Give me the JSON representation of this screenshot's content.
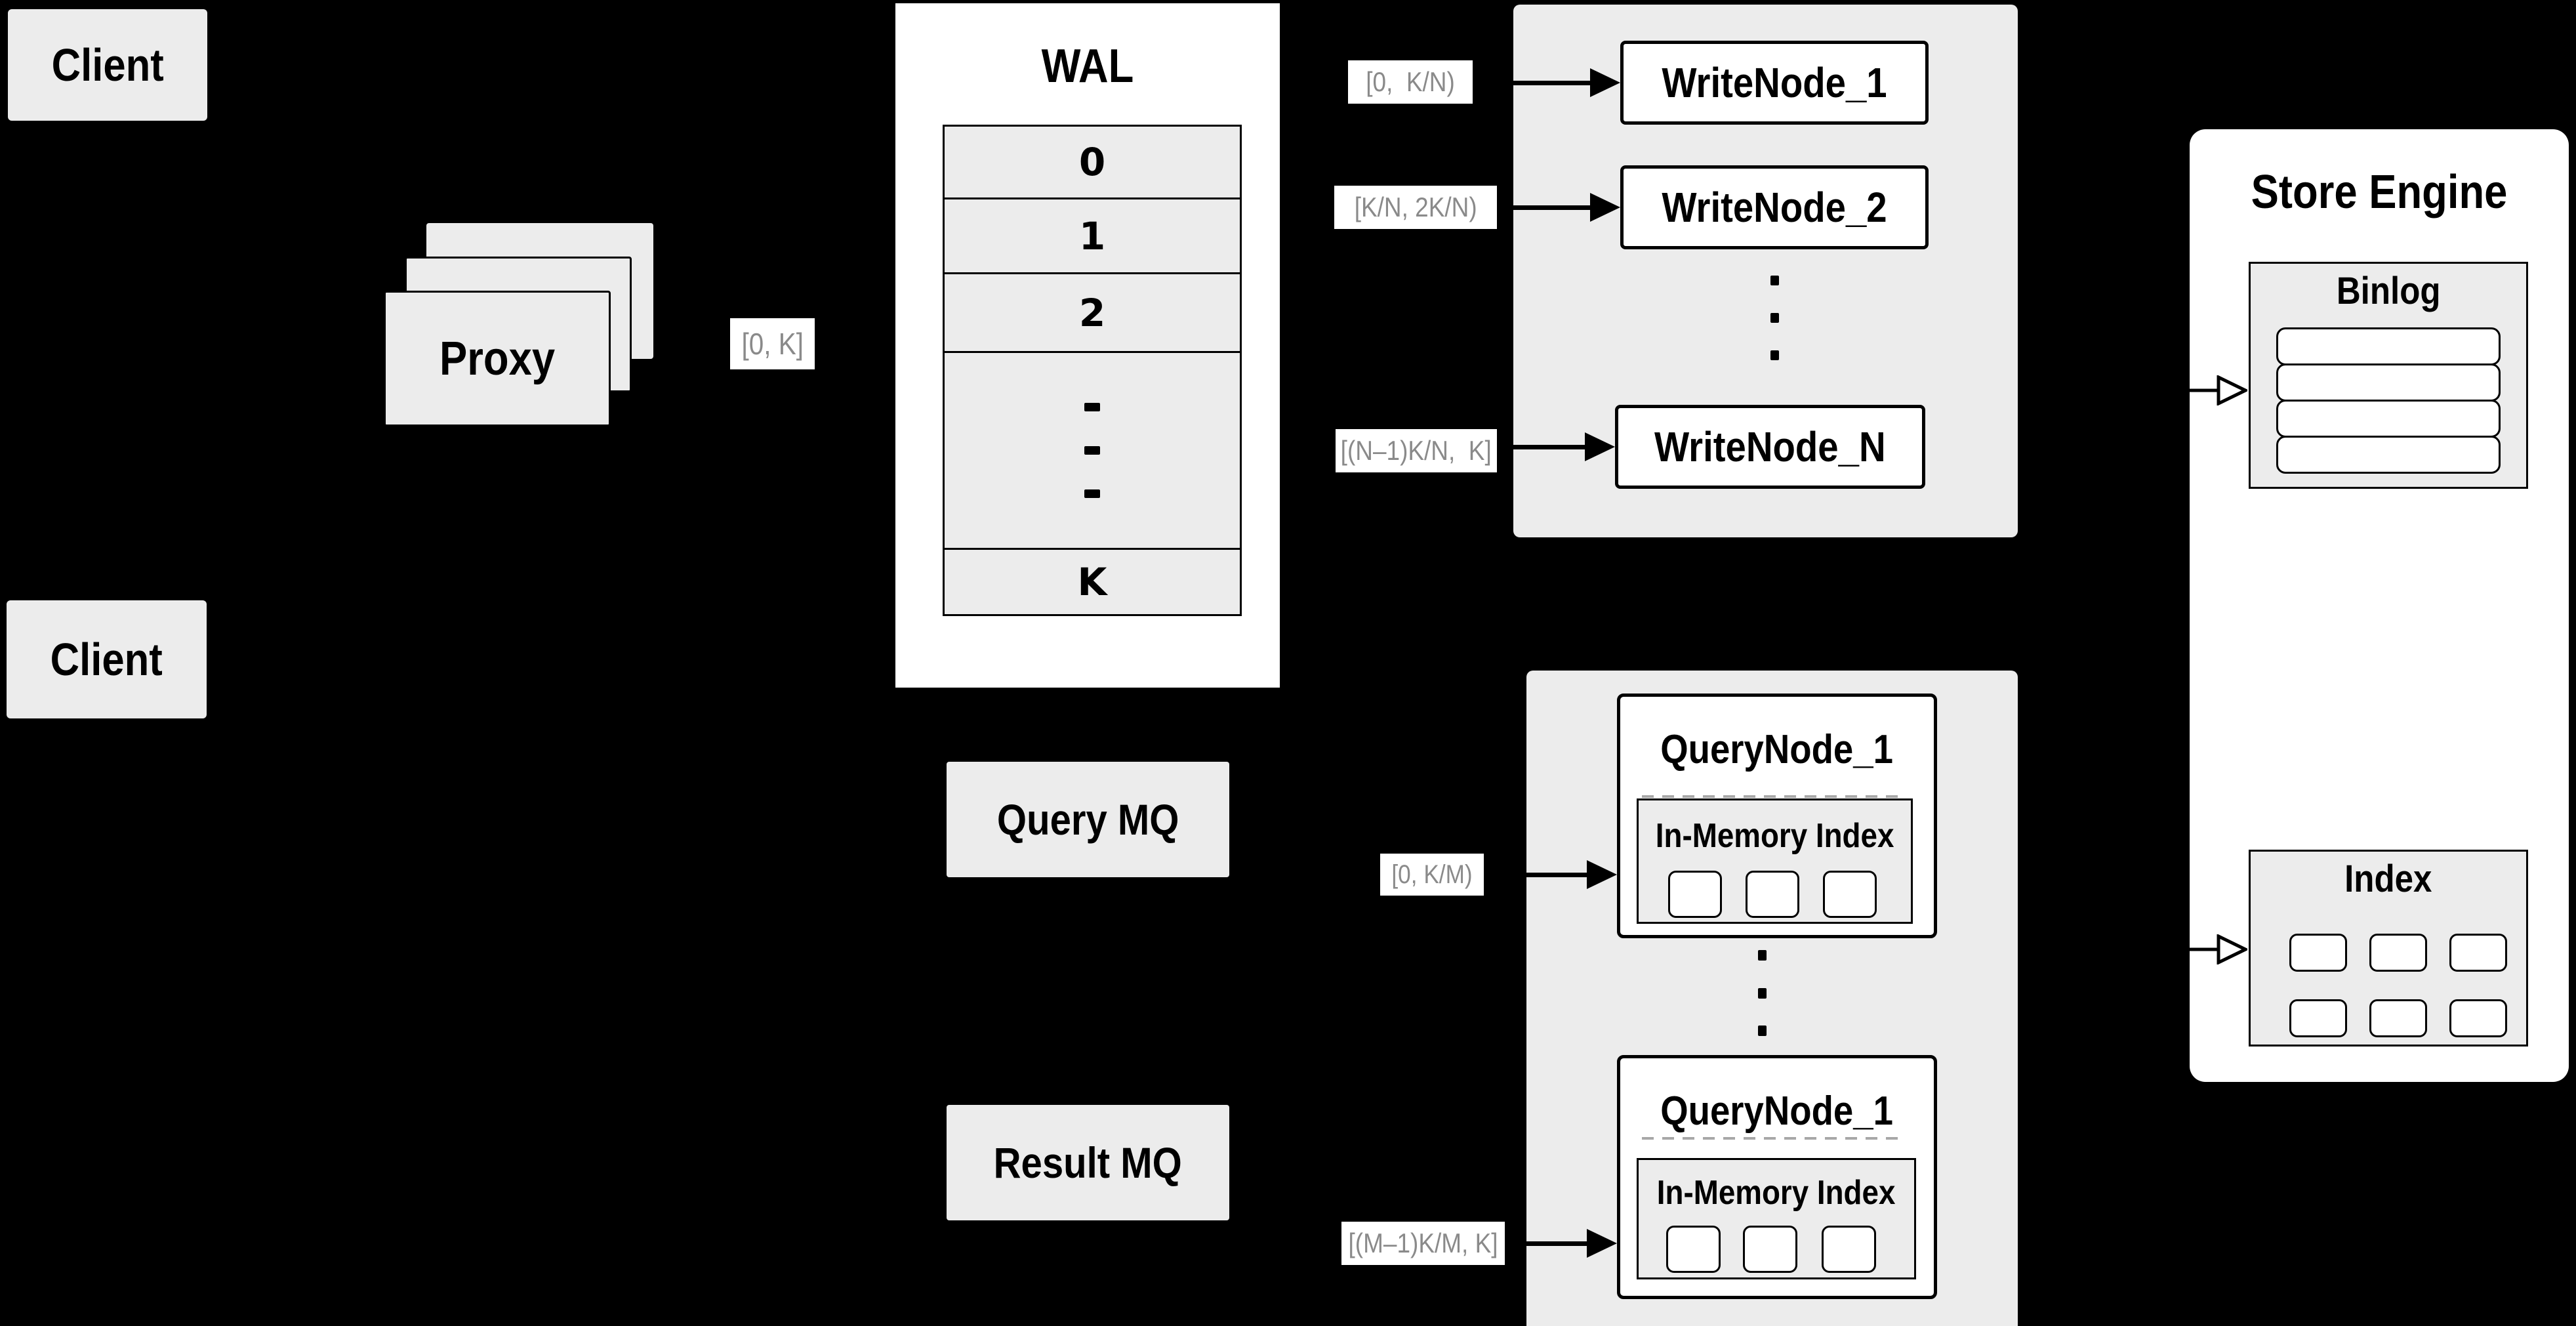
{
  "palette": {
    "background": "#000000",
    "fill_gray": "#ececec",
    "panel_white": "#ffffff",
    "border_black": "#000000",
    "range_text_gray": "#8a8a8a",
    "dash_gray": "#a8a8a8"
  },
  "clients": {
    "top_label": "Client",
    "bottom_label": "Client"
  },
  "proxy": {
    "label": "Proxy",
    "range": "[0, K]"
  },
  "wal": {
    "title": "WAL",
    "cells": [
      "0",
      "1",
      "2"
    ],
    "last_cell": "K"
  },
  "write_cluster": {
    "nodes": [
      {
        "range": "[0,  K/N)",
        "label": "WriteNode_1"
      },
      {
        "range": "[K/N, 2K/N)",
        "label": "WriteNode_2"
      },
      {
        "range": "[(N–1)K/N,  K]",
        "label": "WriteNode_N"
      }
    ]
  },
  "store_engine": {
    "title": "Store Engine",
    "binlog_title": "Binlog",
    "binlog_rows": 4,
    "index_title": "Index",
    "index_cells": 6
  },
  "mq": {
    "query_label": "Query MQ",
    "result_label": "Result MQ"
  },
  "query_cluster": {
    "nodes": [
      {
        "range": "[0, K/M)",
        "label": "QueryNode_1",
        "inner_title": "In-Memory Index",
        "cells": 3
      },
      {
        "range": "[(M–1)K/M, K]",
        "label": "QueryNode_1",
        "inner_title": "In-Memory Index",
        "cells": 3
      }
    ]
  }
}
